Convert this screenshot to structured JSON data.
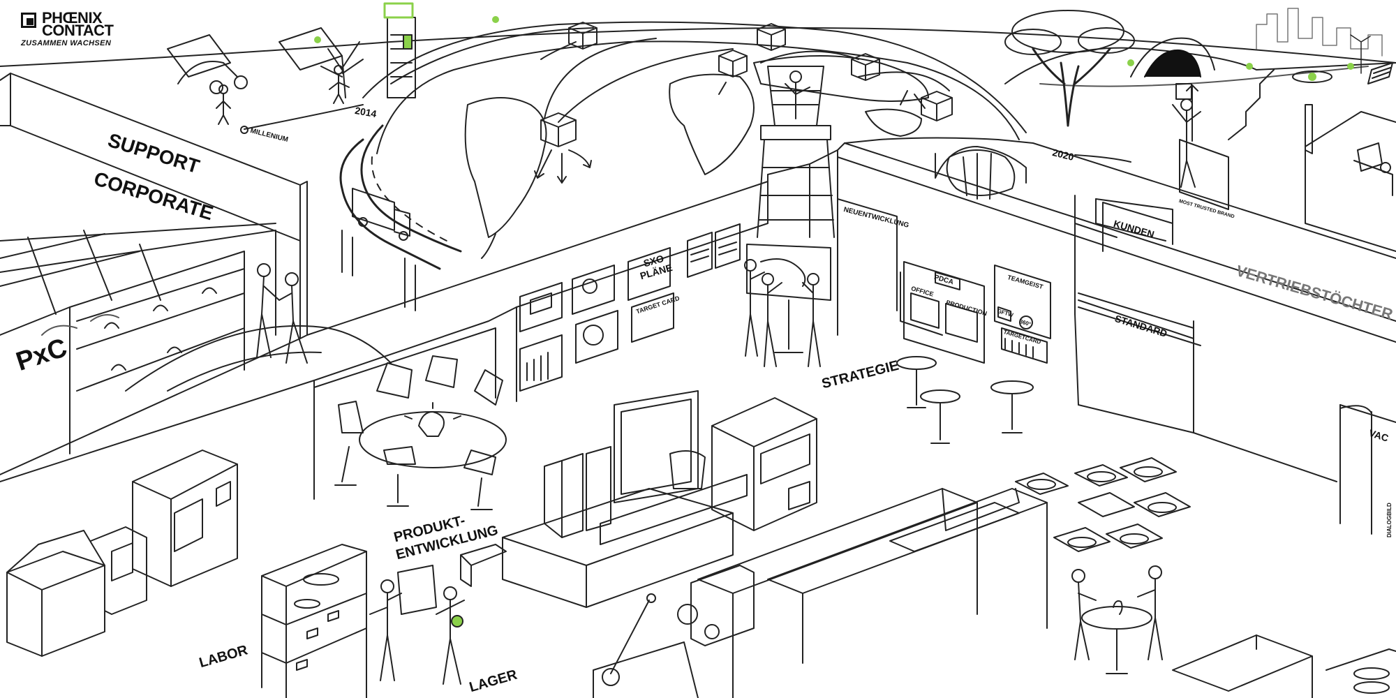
{
  "brand": {
    "name_line1": "PHŒNIX",
    "name_line2": "CONTACT",
    "tagline": "ZUSAMMEN WACHSEN",
    "accent": "#8bd14a"
  },
  "timeline": {
    "millenium": "MILLENIUM",
    "year_2014": "2014",
    "year_2020": "2020"
  },
  "areas": {
    "support": "SUPPORT",
    "corporate": "CORPORATE",
    "pxc": "PxC",
    "produkt_line1": "PRODUKT-",
    "produkt_line2": "ENTWICKLUNG",
    "labor": "LABOR",
    "lager": "LAGER",
    "strategie": "STRATEGIE",
    "neuentwicklung": "NEUENTWICKLUNG",
    "kunden": "KUNDEN",
    "standard": "STANDARD",
    "vac": "VAC",
    "vertriebstoechter": "VERTRIEBSTÖCHTER",
    "most_trusted": "MOST TRUSTED BRAND"
  },
  "boards": {
    "sxo_line1": "SXO",
    "sxo_line2": "PLÄNE",
    "target_card": "TARGET CARD",
    "pdca": "PDCA",
    "office": "OFFICE",
    "production": "PRODUCTION",
    "teamgeist": "TEAMGEIST",
    "targetcard": "TARGETCARD",
    "gftw": "GFTW",
    "deg360": "360°"
  },
  "credit": "DIALOGBILD"
}
